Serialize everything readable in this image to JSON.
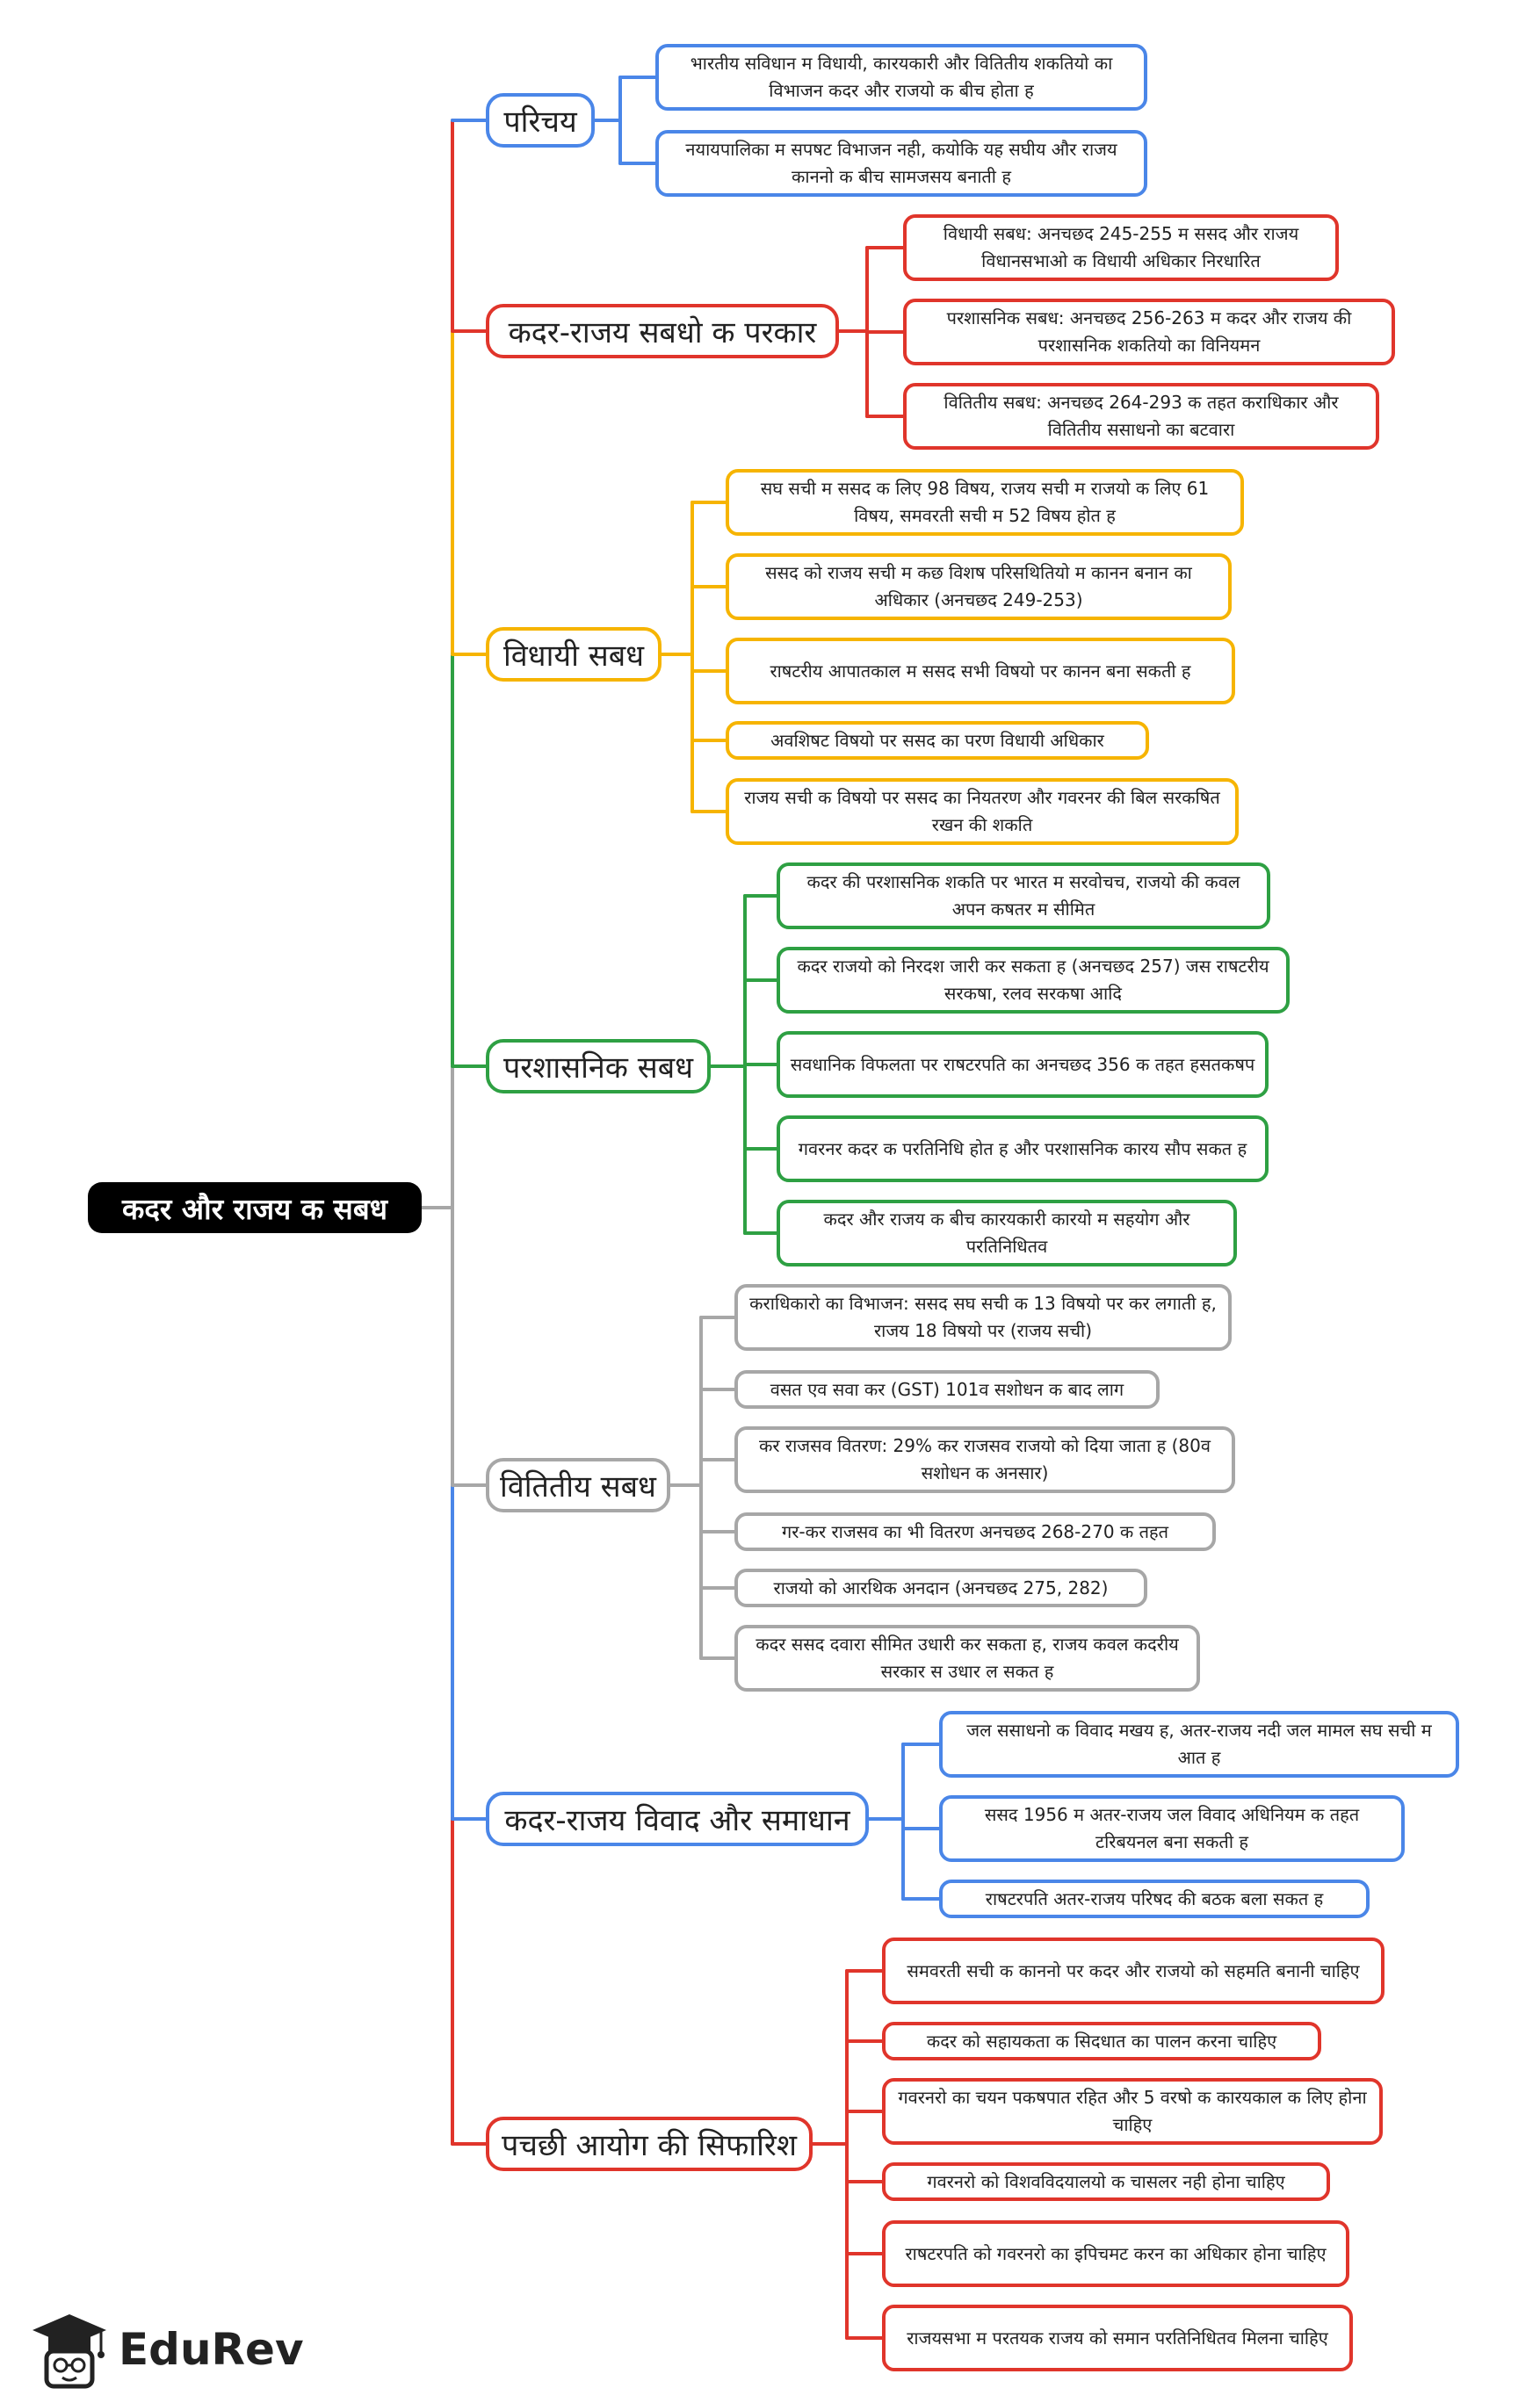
{
  "root": "कदर और राजय क सबध",
  "colors": {
    "blue": "#4a86e8",
    "red": "#e0352b",
    "yellow": "#f6b400",
    "green": "#2ea043",
    "grey": "#a7a7a7"
  },
  "branches": [
    {
      "title": "परिचय",
      "color": "blue",
      "items": [
        "भारतीय सविधान म विधायी, कारयकारी और वितितीय शकतियो का विभाजन कदर और राजयो क बीच होता ह",
        "नयायपालिका म सपषट विभाजन नही, कयोकि यह सघीय और राजय काननो क बीच सामजसय बनाती ह"
      ]
    },
    {
      "title": "कदर-राजय सबधो क परकार",
      "color": "red",
      "items": [
        "विधायी सबध: अनचछद 245-255 म ससद और राजय विधानसभाओ क विधायी अधिकार निरधारित",
        "परशासनिक सबध: अनचछद 256-263 म कदर और राजय की परशासनिक शकतियो का विनियमन",
        "वितितीय सबध: अनचछद 264-293 क तहत कराधिकार और वितितीय ससाधनो का बटवारा"
      ]
    },
    {
      "title": "विधायी सबध",
      "color": "yellow",
      "items": [
        "सघ सची म ससद क लिए 98 विषय, राजय सची म राजयो क लिए 61 विषय, समवरती सची म 52 विषय होत ह",
        "ससद को राजय सची म कछ विशष परिसथितियो म कानन बनान का अधिकार (अनचछद 249-253)",
        "राषटरीय आपातकाल म ससद सभी विषयो पर कानन बना सकती ह",
        "अवशिषट विषयो पर ससद का परण विधायी अधिकार",
        "राजय सची क विषयो पर ससद का नियतरण और गवरनर की बिल सरकषित रखन की शकति"
      ]
    },
    {
      "title": "परशासनिक सबध",
      "color": "green",
      "items": [
        "कदर की परशासनिक शकति पर भारत म सरवोचच, राजयो की कवल अपन कषतर म सीमित",
        "कदर राजयो को निरदश जारी कर सकता ह (अनचछद 257) जस राषटरीय सरकषा, रलव सरकषा आदि",
        "सवधानिक विफलता पर राषटरपति का अनचछद 356 क तहत हसतकषप",
        "गवरनर कदर क परतिनिधि होत ह और परशासनिक कारय सौप सकत ह",
        "कदर और राजय क बीच कारयकारी कारयो म सहयोग और परतिनिधितव"
      ]
    },
    {
      "title": "वितितीय सबध",
      "color": "grey",
      "items": [
        "कराधिकारो का विभाजन: ससद सघ सची क 13 विषयो पर कर लगाती ह, राजय 18 विषयो पर (राजय सची)",
        "वसत एव सवा कर (GST) 101व सशोधन क बाद लाग",
        "कर राजसव वितरण: 29% कर राजसव राजयो को दिया जाता ह (80व सशोधन क अनसार)",
        "गर-कर राजसव का भी वितरण अनचछद 268-270 क तहत",
        "राजयो को आरथिक अनदान (अनचछद 275, 282)",
        "कदर ससद दवारा सीमित उधारी कर सकता ह, राजय कवल कदरीय सरकार स उधार ल सकत ह"
      ]
    },
    {
      "title": "कदर-राजय विवाद और समाधान",
      "color": "blue",
      "items": [
        "जल ससाधनो क विवाद मखय ह, अतर-राजय नदी जल मामल सघ सची म आत ह",
        "ससद 1956 म अतर-राजय जल विवाद अधिनियम क तहत टरिबयनल बना सकती ह",
        "राषटरपति अतर-राजय परिषद की बठक बला सकत ह"
      ]
    },
    {
      "title": "पचछी आयोग की सिफारिश",
      "color": "red",
      "items": [
        "समवरती सची क काननो पर कदर और राजयो को सहमति बनानी चाहिए",
        "कदर को सहायकता क सिदधात का पालन करना चाहिए",
        "गवरनरो का चयन पकषपात रहित और 5 वरषो क कारयकाल क लिए होना चाहिए",
        "गवरनरो को विशवविदयालयो क चासलर नही होना चाहिए",
        "राषटरपति को गवरनरो का इपिचमट करन का अधिकार होना चाहिए",
        "राजयसभा म परतयक राजय को समान परतिनिधितव मिलना चाहिए"
      ]
    }
  ],
  "logo": {
    "text": "EduRev",
    "icon": "graduation-cap-icon"
  }
}
